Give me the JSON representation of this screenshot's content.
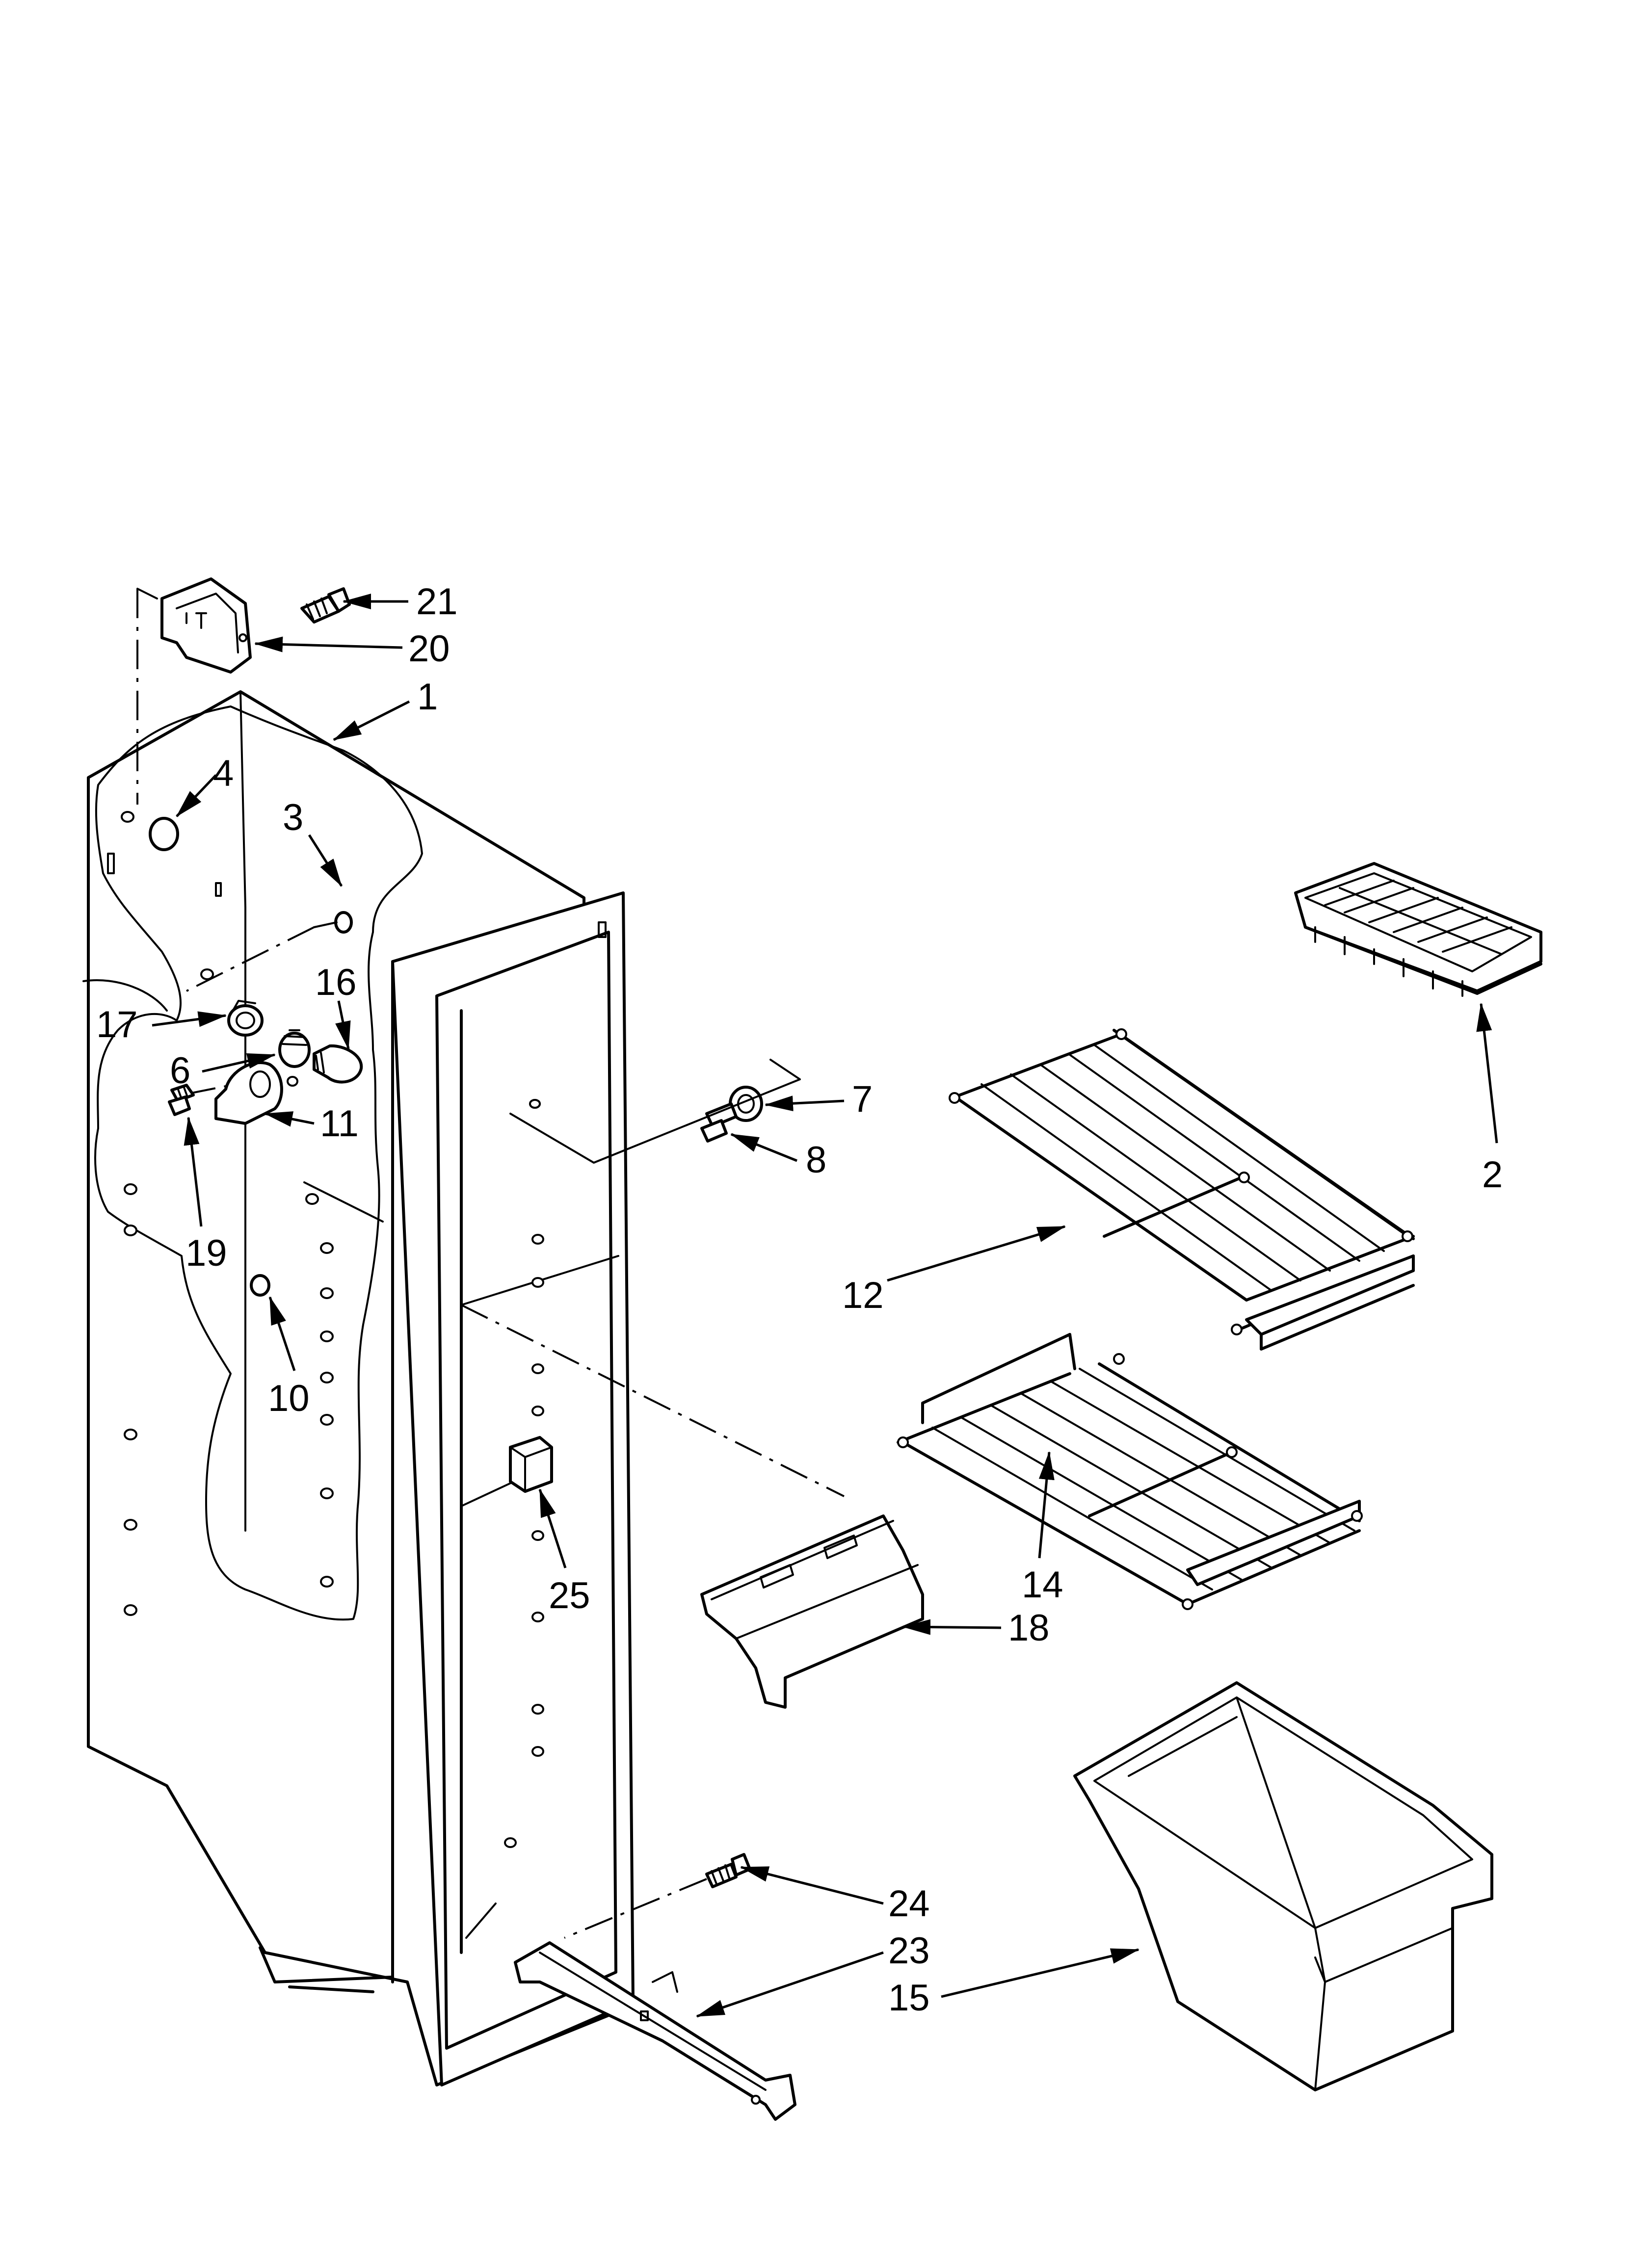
{
  "callouts": [
    {
      "id": "21",
      "text": "21"
    },
    {
      "id": "20",
      "text": "20"
    },
    {
      "id": "1",
      "text": "1"
    },
    {
      "id": "4",
      "text": "4"
    },
    {
      "id": "3",
      "text": "3"
    },
    {
      "id": "16",
      "text": "16"
    },
    {
      "id": "17",
      "text": "17"
    },
    {
      "id": "6",
      "text": "6"
    },
    {
      "id": "11",
      "text": "11"
    },
    {
      "id": "19",
      "text": "19"
    },
    {
      "id": "10",
      "text": "10"
    },
    {
      "id": "7",
      "text": "7"
    },
    {
      "id": "8",
      "text": "8"
    },
    {
      "id": "12",
      "text": "12"
    },
    {
      "id": "2",
      "text": "2"
    },
    {
      "id": "14",
      "text": "14"
    },
    {
      "id": "18",
      "text": "18"
    },
    {
      "id": "25",
      "text": "25"
    },
    {
      "id": "24",
      "text": "24"
    },
    {
      "id": "23",
      "text": "23"
    },
    {
      "id": "15",
      "text": "15"
    }
  ]
}
